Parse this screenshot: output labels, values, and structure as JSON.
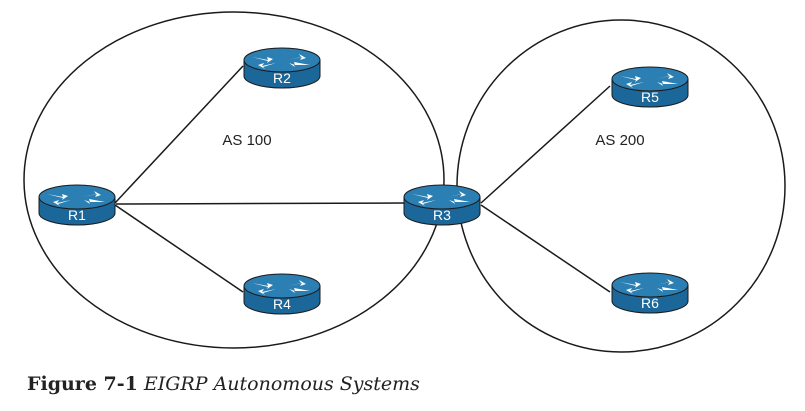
{
  "diagram": {
    "autonomous_systems": [
      {
        "id": "as100",
        "label": "AS 100"
      },
      {
        "id": "as200",
        "label": "AS 200"
      }
    ],
    "routers": [
      {
        "id": "r1",
        "label": "R1"
      },
      {
        "id": "r2",
        "label": "R2"
      },
      {
        "id": "r3",
        "label": "R3"
      },
      {
        "id": "r4",
        "label": "R4"
      },
      {
        "id": "r5",
        "label": "R5"
      },
      {
        "id": "r6",
        "label": "R6"
      }
    ],
    "links": [
      [
        "R1",
        "R2"
      ],
      [
        "R1",
        "R3"
      ],
      [
        "R1",
        "R4"
      ],
      [
        "R3",
        "R5"
      ],
      [
        "R3",
        "R6"
      ]
    ]
  },
  "caption": {
    "number": "Figure 7-1",
    "title": "EIGRP Autonomous Systems"
  },
  "colors": {
    "router_top": "#2b7fb3",
    "router_body": "#1c6799",
    "outline": "#1a1a1a",
    "arrow": "#ffffff"
  }
}
